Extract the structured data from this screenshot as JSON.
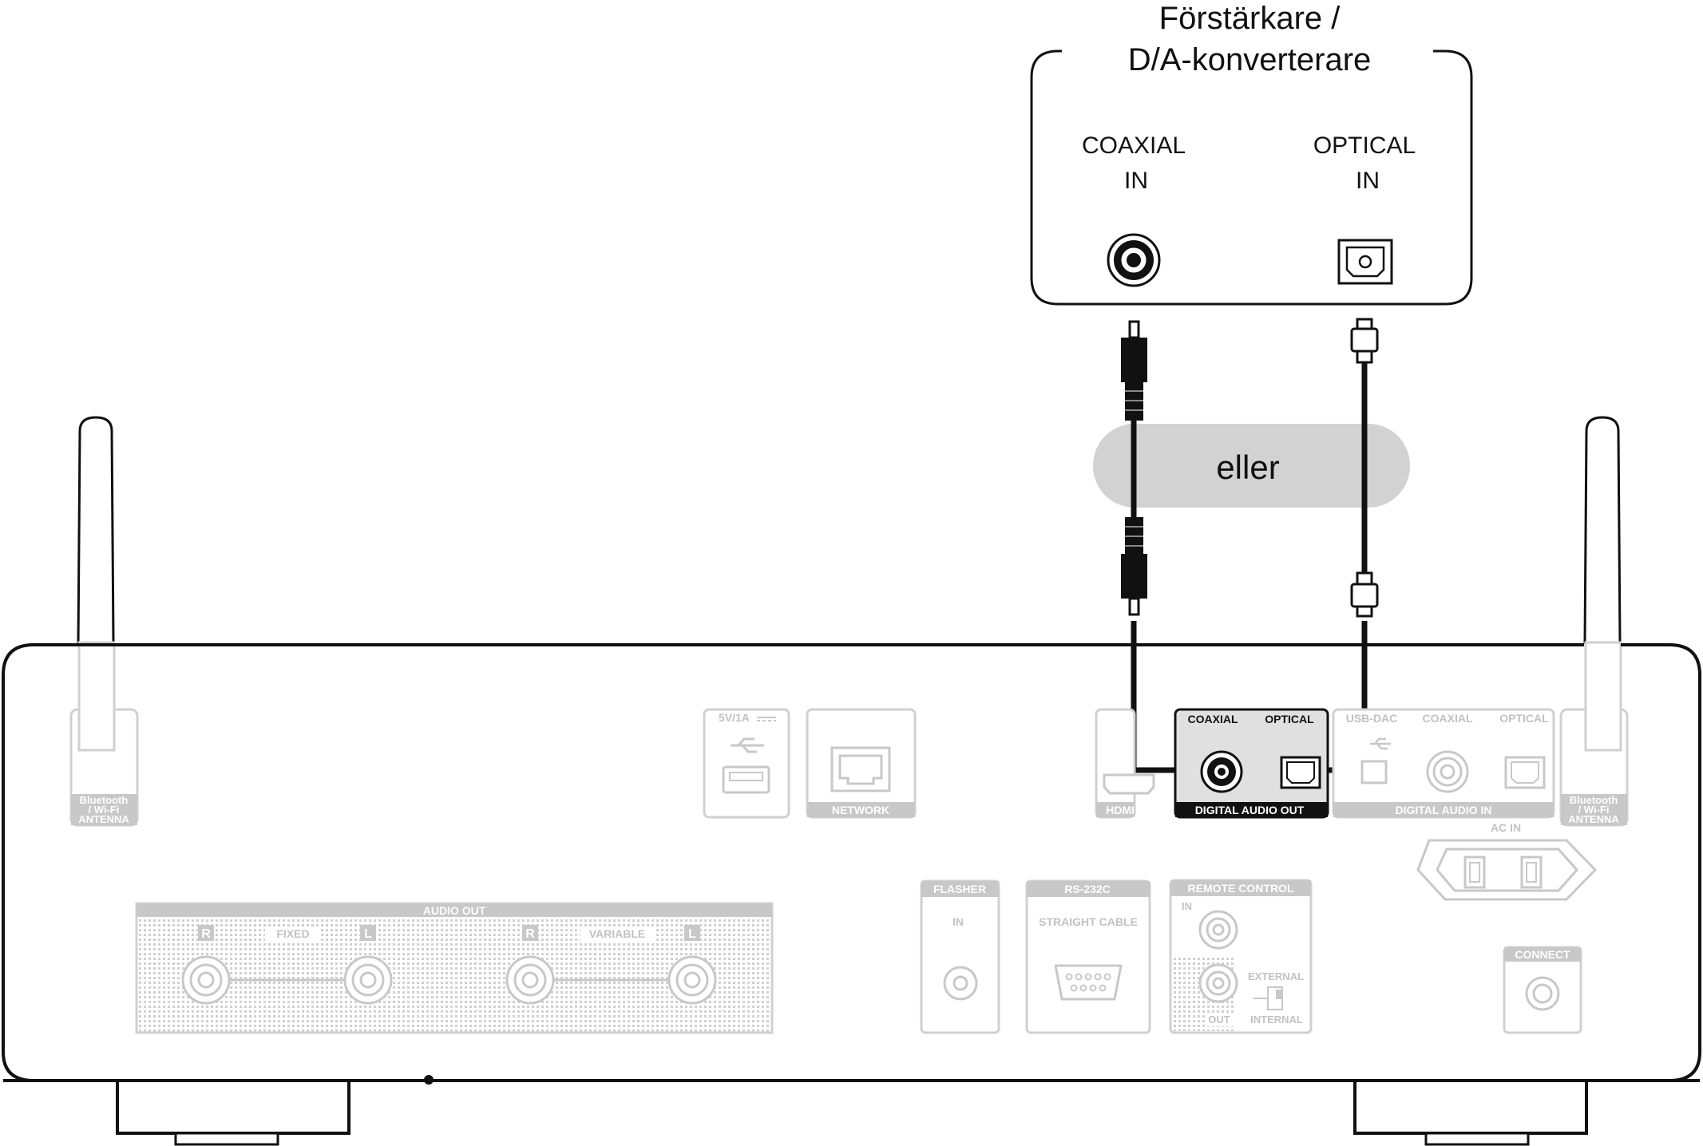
{
  "amplifier": {
    "title_line1": "Förstärkare /",
    "title_line2": "D/A-konverterare",
    "coaxial_label_1": "COAXIAL",
    "coaxial_label_2": "IN",
    "optical_label_1": "OPTICAL",
    "optical_label_2": "IN"
  },
  "or_label": "eller",
  "device": {
    "antenna_label_1": "Bluetooth",
    "antenna_label_2": "/ Wi-Fi",
    "antenna_label_3": "ANTENNA",
    "usb_power": "5V/1A",
    "network": "NETWORK",
    "hdmi_arc": "HDMI ARC",
    "digital_out": {
      "coaxial": "COAXIAL",
      "optical": "OPTICAL",
      "label": "DIGITAL AUDIO OUT"
    },
    "digital_in": {
      "usb_dac": "USB-DAC",
      "coaxial": "COAXIAL",
      "optical": "OPTICAL",
      "label": "DIGITAL AUDIO IN"
    },
    "ac_in": "AC IN",
    "audio_out": {
      "label": "AUDIO OUT",
      "fixed": "FIXED",
      "variable": "VARIABLE",
      "right": "R",
      "left": "L"
    },
    "flasher": {
      "label": "FLASHER",
      "in": "IN"
    },
    "rs232c": {
      "label": "RS-232C",
      "sub": "STRAIGHT CABLE"
    },
    "remote": {
      "label": "REMOTE CONTROL",
      "in": "IN",
      "out": "OUT",
      "external": "EXTERNAL",
      "internal": "INTERNAL"
    },
    "connect": "CONNECT"
  }
}
